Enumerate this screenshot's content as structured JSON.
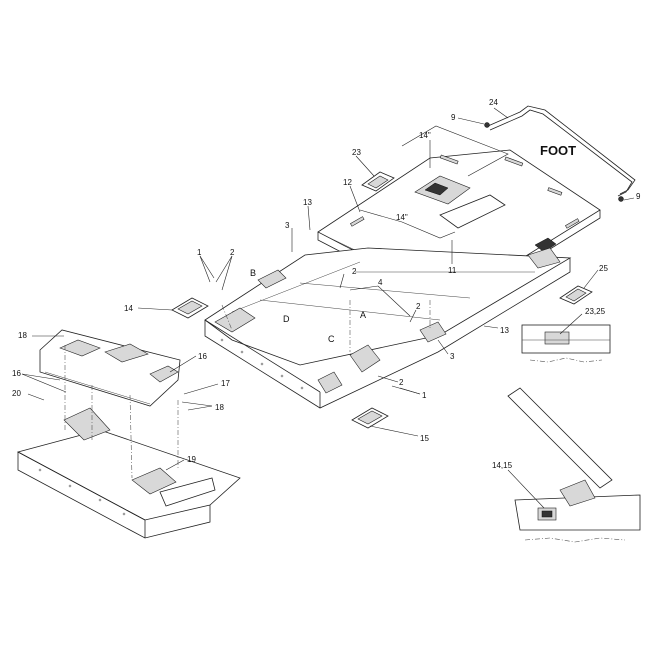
{
  "labels": {
    "foot": "FOOT",
    "dim_upper": "14\"",
    "dim_lower": "14\"",
    "p1a": "1",
    "p2a": "2",
    "p3a": "3",
    "p9a": "9",
    "p9b": "9",
    "p11": "11",
    "p12": "12",
    "p13a": "13",
    "p13b": "13",
    "p14": "14",
    "p15": "15",
    "p16a": "16",
    "p16b": "16",
    "p17": "17",
    "p18a": "18",
    "p18b": "18",
    "p19": "19",
    "p20": "20",
    "p23": "23",
    "p24": "24",
    "p25": "25",
    "p2325": "23,25",
    "p1415": "14,15",
    "p2b": "2",
    "p4": "4",
    "p2c": "2",
    "p2d": "2",
    "p1b": "1",
    "p3b": "3",
    "ltrA": "A",
    "ltrB": "B",
    "ltrC": "C",
    "ltrD": "D"
  }
}
